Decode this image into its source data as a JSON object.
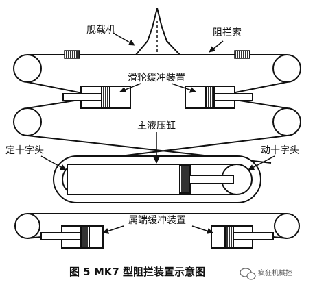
{
  "labels": {
    "carrier_aircraft": "舰载机",
    "arresting_cable": "阻拦索",
    "sheave_damper": "滑轮缓冲装置",
    "main_cylinder": "主液压缸",
    "fixed_crosshead": "定十字头",
    "moving_crosshead": "动十字头",
    "end_damper": "属端缓冲装置"
  },
  "caption": "图 5  MK7 型阻拦装置示意图",
  "watermark": "疯狂机械控",
  "colors": {
    "line": "#111111",
    "hatch": "#333333",
    "background": "#ffffff"
  },
  "icons": {
    "watermark_logo": "wechat-bubble-icon"
  }
}
